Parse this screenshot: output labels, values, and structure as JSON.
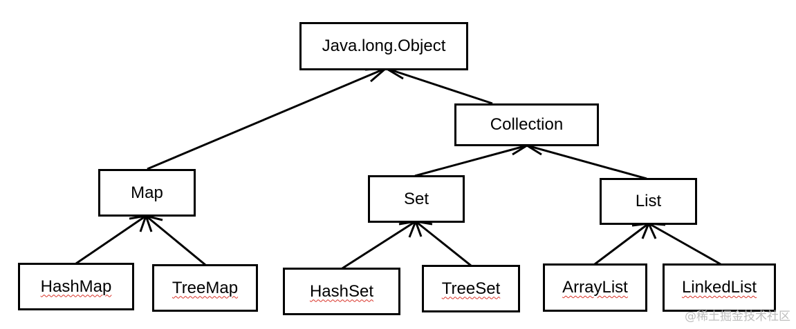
{
  "nodes": {
    "object": "Java.long.Object",
    "collection": "Collection",
    "map": "Map",
    "set": "Set",
    "list": "List",
    "hashmap": "HashMap",
    "treemap": "TreeMap",
    "hashset": "HashSet",
    "treeset": "TreeSet",
    "arraylist": "ArrayList",
    "linkedlist": "LinkedList"
  },
  "watermark": "@稀土掘金技术社区",
  "colors": {
    "line": "#000000",
    "box_border": "#000000",
    "spellcheck_underline": "#d93025",
    "watermark": "#bdbdbd"
  }
}
